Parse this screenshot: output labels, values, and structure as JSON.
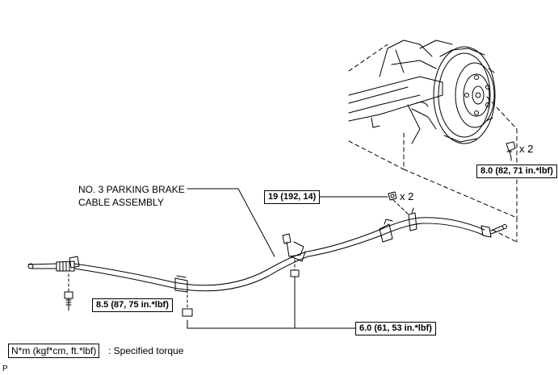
{
  "cable_label": {
    "line1": "NO. 3 PARKING BRAKE",
    "line2": "CABLE ASSEMBLY"
  },
  "torques": {
    "hub_bolt": "8.0 (82, 71 in.*lbf)",
    "clamp_bolt": "19 (192, 14)",
    "front_bolt": "8.5 (87, 75 in.*lbf)",
    "middle_bolts": "6.0 (61, 53 in.*lbf)"
  },
  "quantities": {
    "hub_bolt": "x 2",
    "clamp_bolt": "x 2"
  },
  "legend": {
    "unit": "N*m (kgf*cm, ft.*lbf)",
    "description": ": Specified torque"
  },
  "figure_code": "P"
}
